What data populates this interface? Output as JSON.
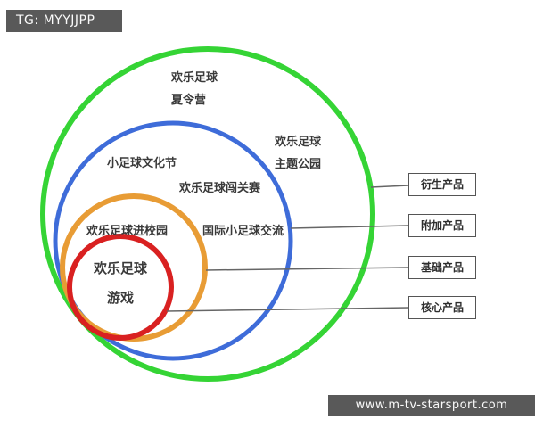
{
  "header": {
    "tg_badge": "TG: MYYJJPP"
  },
  "footer": {
    "website_badge": "www.m-tv-starsport.com"
  },
  "diagram": {
    "type": "concentric-rings product hierarchy",
    "colors": {
      "outer_ring_green": "#35d435",
      "second_ring_blue": "#3e6cd9",
      "third_ring_orange": "#e89c35",
      "core_ring_red": "#d92121",
      "connector_line": "#666666",
      "box_border": "#555555",
      "badge_background": "#595959"
    },
    "labels": {
      "summer_camp": {
        "line1": "欢乐足球",
        "line2": "夏令营"
      },
      "theme_park": {
        "line1": "欢乐足球",
        "line2": "主题公园"
      },
      "culture_festival": "小足球文化节",
      "challenge_match": "欢乐足球闯关赛",
      "into_campus": "欢乐足球进校园",
      "intl_exchange": "国际小足球交流",
      "core": {
        "line1": "欢乐足球",
        "line2": "游戏"
      }
    },
    "product_boxes": [
      {
        "label": "衍生产品"
      },
      {
        "label": "附加产品"
      },
      {
        "label": "基础产品"
      },
      {
        "label": "核心产品"
      }
    ]
  }
}
